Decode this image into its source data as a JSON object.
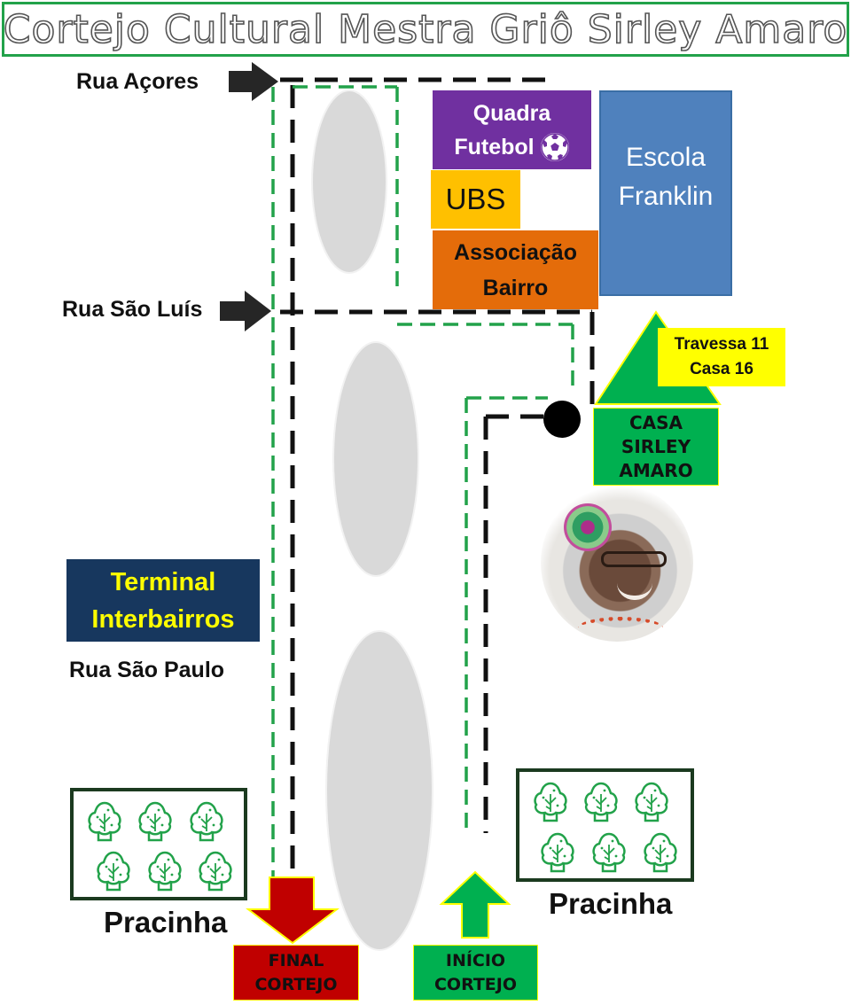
{
  "title": "Cortejo Cultural Mestra Griô Sirley Amaro",
  "streets": {
    "rua_acores": "Rua Açores",
    "rua_sao_luis": "Rua São Luís",
    "rua_sao_paulo": "Rua São Paulo"
  },
  "buildings": {
    "quadra": {
      "line1": "Quadra",
      "line2": "Futebol"
    },
    "ubs": "UBS",
    "associacao": {
      "line1": "Associação",
      "line2": "Bairro"
    },
    "escola": {
      "line1": "Escola",
      "line2": "Franklin"
    },
    "terminal": {
      "line1": "Terminal",
      "line2": "Interbairros"
    }
  },
  "address": {
    "line1": "Travessa 11",
    "line2": "Casa 16"
  },
  "casa": {
    "line1": "CASA",
    "line2": "SIRLEY",
    "line3": "AMARO"
  },
  "pracinha_left": "Pracinha",
  "pracinha_right": "Pracinha",
  "final": {
    "line1": "FINAL",
    "line2": "CORTEJO"
  },
  "inicio": {
    "line1": "INÍCIO",
    "line2": "CORTEJO"
  },
  "icons": {
    "soccer": "soccer-ball-icon",
    "tree": "tree-icon",
    "street_arrow": "arrow-right-icon",
    "portrait": "mestra-portrait"
  },
  "colors": {
    "title_border": "#22a24a",
    "black_route": "#111111",
    "green_route": "#22a24a",
    "quadra": "#7030a0",
    "ubs": "#ffc000",
    "associacao": "#e46c0a",
    "escola": "#4f81bd",
    "casa": "#00b050",
    "terminal": "#17375e",
    "final": "#c00000",
    "inicio": "#00b050",
    "highlight": "#ffff00"
  }
}
